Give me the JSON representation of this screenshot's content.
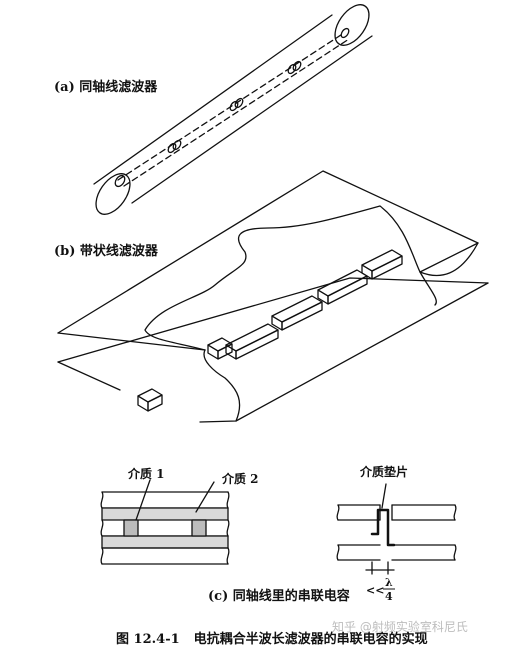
{
  "labels": {
    "a": "(a) 同轴线滤波器",
    "b": "(b) 带状线滤波器",
    "c": "(c) 同轴线里的串联电容",
    "dielectric1": "介质 1",
    "dielectric2": "介质 2",
    "dielectric_pad": "介质垫片",
    "lambda_num": "λ",
    "lambda_den": "4",
    "lambda_prefix": "<<"
  },
  "caption": {
    "figure_no": "图 12.4-1",
    "text": "电抗耦合半波长滤波器的串联电容的实现"
  },
  "watermark": "知乎 @射频实验室科尼氏"
}
